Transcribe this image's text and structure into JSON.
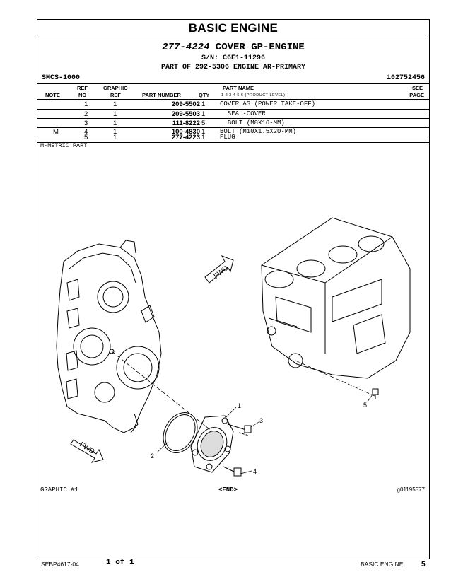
{
  "header": {
    "title": "BASIC ENGINE",
    "part_number": "277-4224",
    "part_name": "COVER GP-ENGINE",
    "serial": "S/N: C6E1-11296",
    "part_of": "PART OF 292-5306 ENGINE AR-PRIMARY",
    "smcs": "SMCS-1000",
    "ident": "i02752456"
  },
  "table": {
    "headers": {
      "note": "NOTE",
      "ref_top": "REF",
      "ref_bottom": "NO",
      "graphic_top": "GRAPHIC",
      "graphic_bottom": "REF",
      "part_number": "PART NUMBER",
      "qty": "QTY",
      "part_name": "PART NAME",
      "product_level": "1  2  3  4  5  6  (PRODUCT LEVEL)",
      "see_top": "SEE",
      "see_bottom": "PAGE"
    },
    "rows": [
      {
        "note": "",
        "ref": "1",
        "graphic": "1",
        "part_number": "209-5502",
        "qty": "1",
        "name": "COVER AS (POWER TAKE-OFF)"
      },
      {
        "note": "",
        "ref": "2",
        "graphic": "1",
        "part_number": "209-5503",
        "qty": "1",
        "name": "  SEAL-COVER"
      },
      {
        "note": "",
        "ref": "3",
        "graphic": "1",
        "part_number": "111-8222",
        "qty": "5",
        "name": "  BOLT (M8X16-MM)"
      },
      {
        "note": "M",
        "ref": "4",
        "graphic": "1",
        "part_number": "100-4830",
        "qty": "1",
        "name": "BOLT (M10X1.5X20-MM)"
      },
      {
        "note": "",
        "ref": "5",
        "graphic": "1",
        "part_number": "277-4223",
        "qty": "1",
        "name": "PLUG"
      }
    ],
    "metric_note": "M-METRIC PART"
  },
  "illustration": {
    "fwd_label": "FWD",
    "callouts": [
      "1",
      "2",
      "3",
      "4",
      "5"
    ],
    "graphic_label": "GRAPHIC #1",
    "end_label": "<END>",
    "graphic_number": "g01195577"
  },
  "footer": {
    "document": "SEBP4617-04",
    "page_of": "1 of 1",
    "section": "BASIC ENGINE",
    "page_number": "5"
  }
}
